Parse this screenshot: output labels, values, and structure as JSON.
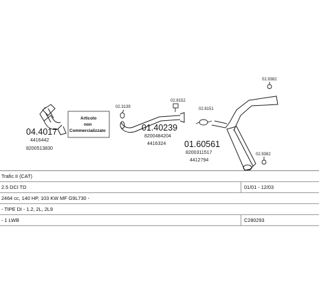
{
  "diagram": {
    "parts": [
      {
        "id": "part-04-4017",
        "code": "04.4017",
        "oem": [
          "4416442",
          "8200513830"
        ]
      },
      {
        "id": "part-01-40239",
        "code": "01.40239",
        "oem": [
          "8200484204",
          "4416324"
        ]
      },
      {
        "id": "part-01-60561",
        "code": "01.60561",
        "oem": [
          "8200311517",
          "4412794"
        ]
      }
    ],
    "small_codes": {
      "clamp_a": "02.3139",
      "clamp_b": "02.8152",
      "clamp_c": "02.8151",
      "clamp_d": "02.9382",
      "clamp_e": "02.9382"
    },
    "note": {
      "line1": "Articolo",
      "line2": "non",
      "line3": "Commercializzato"
    }
  },
  "spec_table": {
    "rows": [
      {
        "left": "Trafic II (CAT)",
        "right": ""
      },
      {
        "left": "2.5 DCI TD",
        "right": "01/01 - 12/03"
      },
      {
        "left": "2464 cc, 140 HP, 103 KW MF G9L730 -",
        "right": ""
      },
      {
        "left": "- TIPE DI - 1.2, 2L, 2L9",
        "right": ""
      },
      {
        "left": "- 1 LWB",
        "right": "C280293"
      }
    ]
  }
}
